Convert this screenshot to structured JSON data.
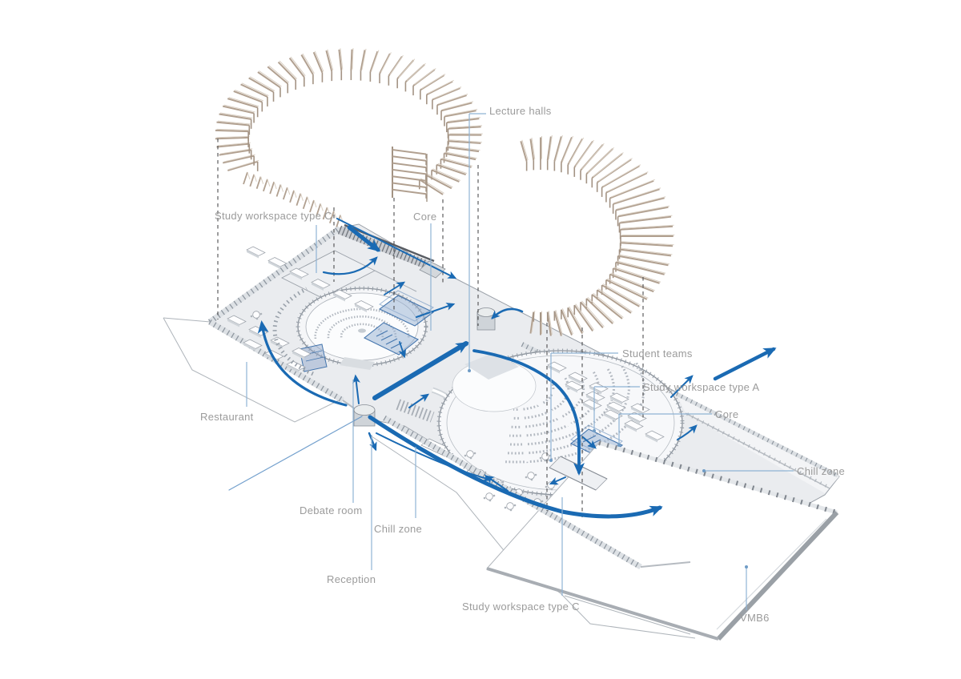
{
  "labels": [
    {
      "id": "lecture-halls",
      "text": "Lecture halls"
    },
    {
      "id": "study-workspace-type-c-top",
      "text": "Study workspace type C"
    },
    {
      "id": "core-top",
      "text": "Core"
    },
    {
      "id": "student-teams",
      "text": "Student teams"
    },
    {
      "id": "study-workspace-type-a",
      "text": "Study workspace type A"
    },
    {
      "id": "core-right",
      "text": "Core"
    },
    {
      "id": "chill-zone-right",
      "text": "Chill zone"
    },
    {
      "id": "restaurant",
      "text": "Restaurant"
    },
    {
      "id": "debate-room",
      "text": "Debate room"
    },
    {
      "id": "chill-zone-bottom",
      "text": "Chill zone"
    },
    {
      "id": "reception",
      "text": "Reception"
    },
    {
      "id": "study-workspace-type-c-bottom",
      "text": "Study workspace type C"
    },
    {
      "id": "vmb6",
      "text": "VMB6"
    }
  ],
  "colors": {
    "flow_arrow": "#1a6ab3",
    "flow_arrow_light": "#5b8fc4",
    "leader_line": "#8fb3d4",
    "label_text": "#9b9b9b",
    "projection_dash": "#4d4d4f",
    "roof_fin": "#b1a090",
    "roof_fin_highlight": "#d9cfc3",
    "roof_fin_stem": "#a39384",
    "core_highlight_fill": "rgba(150,175,210,0.5)",
    "core_highlight_stroke": "#4576ae",
    "building_outline": "#9aa0a8",
    "building_fill": "#eaecef",
    "hall_fill": "#f6f7f9",
    "seat_row": "#b2b8c0"
  }
}
